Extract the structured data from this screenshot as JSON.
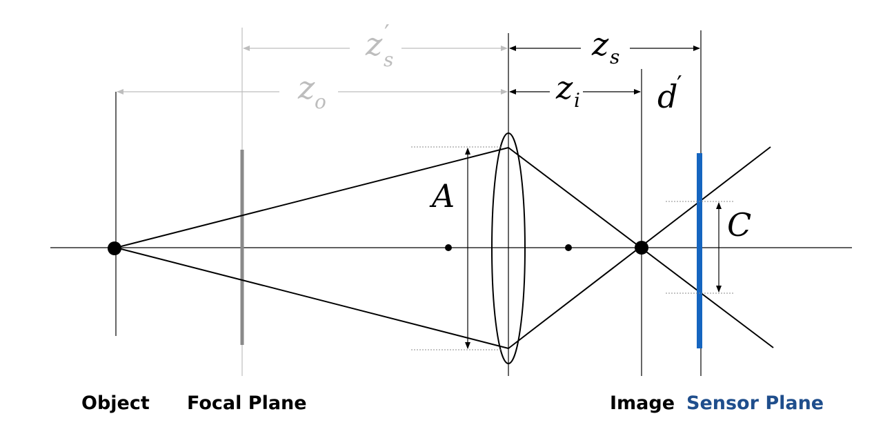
{
  "colors": {
    "ink": "#000000",
    "faded": "#bdbdbd",
    "focal_plane": "#8a8a8a",
    "sensor": "#1565c0",
    "sensor_label": "#1f4e8c",
    "guide": "#888888"
  },
  "labels": {
    "object": "Object",
    "focal_plane": "Focal Plane",
    "image": "Image",
    "sensor_plane": "Sensor Plane"
  },
  "math": {
    "zs_prime_base": "z",
    "zs_prime_sub": "s",
    "zs_prime_mark": "′",
    "zo_base": "z",
    "zo_sub": "o",
    "zs_base": "z",
    "zs_sub": "s",
    "zi_base": "z",
    "zi_sub": "i",
    "d_prime_base": "d",
    "d_prime_mark": "′",
    "aperture": "A",
    "blur_circle": "C"
  }
}
